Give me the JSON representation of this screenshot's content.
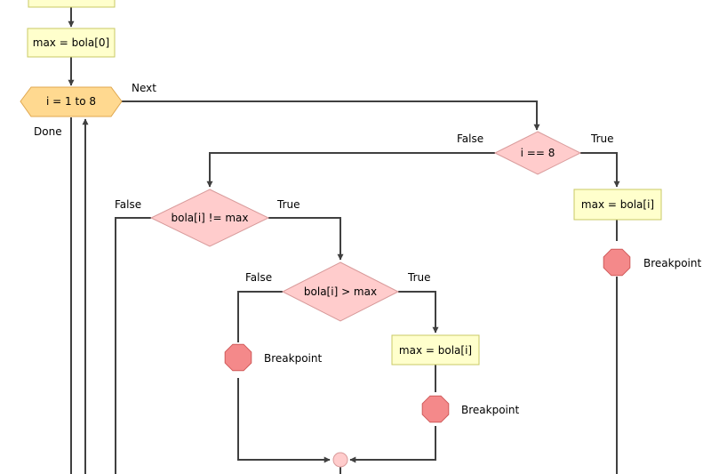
{
  "colors": {
    "process_fill": "#ffffcc",
    "process_stroke": "#c8c864",
    "loop_fill": "#ffd990",
    "loop_stroke": "#e0a850",
    "decision_fill": "#ffcccc",
    "decision_stroke": "#d89a9a",
    "breakpoint_fill": "#f4898a",
    "breakpoint_stroke": "#d05a5a",
    "connector_fill": "#ffcccc",
    "line": "#404040"
  },
  "nodes": {
    "assign_max_initial": "max = bola[0]",
    "loop": "i = 1 to 8",
    "decision_i_eq_8": "i == 8",
    "assign_max_right": "max = bola[i]",
    "decision_neq": "bola[i] != max",
    "decision_gt": "bola[i] > max",
    "assign_max_mid": "max = bola[i]",
    "breakpoint_right": "Breakpoint",
    "breakpoint_left": "Breakpoint",
    "breakpoint_mid": "Breakpoint"
  },
  "labels": {
    "loop_next": "Next",
    "loop_done": "Done",
    "i_eq_8_false": "False",
    "i_eq_8_true": "True",
    "neq_false": "False",
    "neq_true": "True",
    "gt_false": "False",
    "gt_true": "True"
  }
}
